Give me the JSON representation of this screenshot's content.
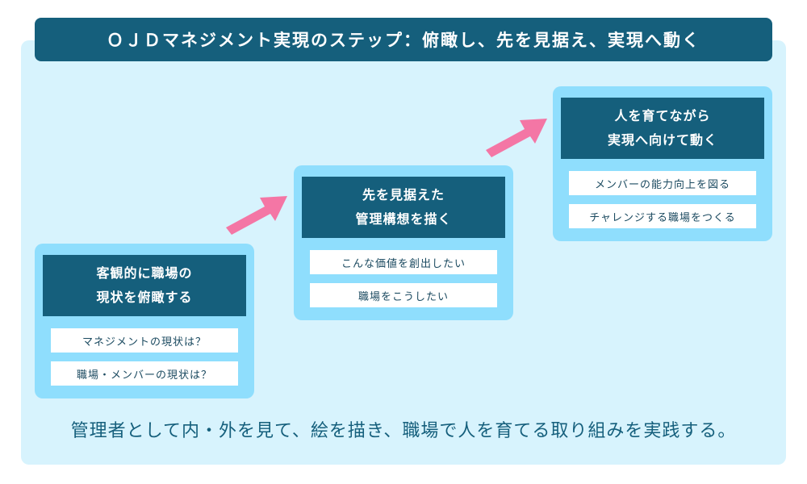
{
  "title": "ＯＪＤマネジメント実現のステップ：俯瞰し、先を見据え、実現へ動く",
  "steps": [
    {
      "heading": [
        "客観的に職場の",
        "現状を俯瞰する"
      ],
      "items": [
        "マネジメントの現状は？",
        "職場・メンバーの現状は？"
      ]
    },
    {
      "heading": [
        "先を見据えた",
        "管理構想を描く"
      ],
      "items": [
        "こんな価値を創出したい",
        "職場をこうしたい"
      ]
    },
    {
      "heading": [
        "人を育てながら",
        "実現へ向けて動く"
      ],
      "items": [
        "メンバーの能力向上を図る",
        "チャレンジする職場をつくる"
      ]
    }
  ],
  "footer": "管理者として内・外を見て、絵を描き、職場で人を育てる取り組みを実践する。",
  "colors": {
    "dark": "#155f7c",
    "panel": "#d7f3fd",
    "step_bg": "#8fdefd",
    "arrow": "#f476a5"
  }
}
